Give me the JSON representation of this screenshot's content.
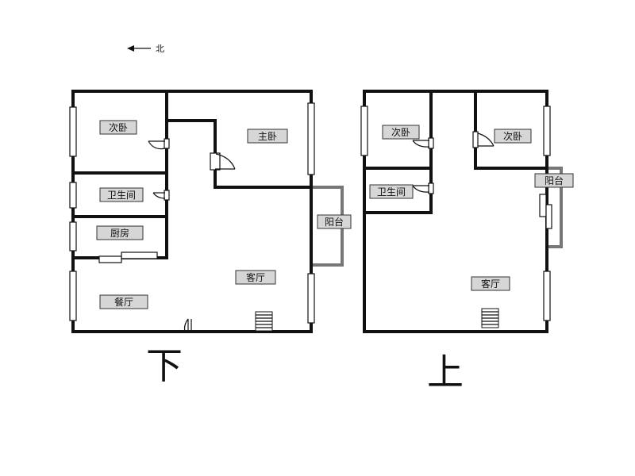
{
  "compass": {
    "label": "北"
  },
  "floors": {
    "lower": {
      "title": "下",
      "rooms": {
        "bedroom2": "次卧",
        "master": "主卧",
        "bathroom": "卫生间",
        "kitchen": "厨房",
        "balcony": "阳台",
        "living": "客厅",
        "dining": "餐厅"
      }
    },
    "upper": {
      "title": "上",
      "rooms": {
        "bedroom_left": "次卧",
        "bedroom_right": "次卧",
        "bathroom": "卫生间",
        "balcony": "阳台",
        "living": "客厅"
      }
    }
  },
  "colors": {
    "wall": "#111111",
    "label_bg": "#d6d6d6",
    "balcony_wall": "#777777"
  }
}
